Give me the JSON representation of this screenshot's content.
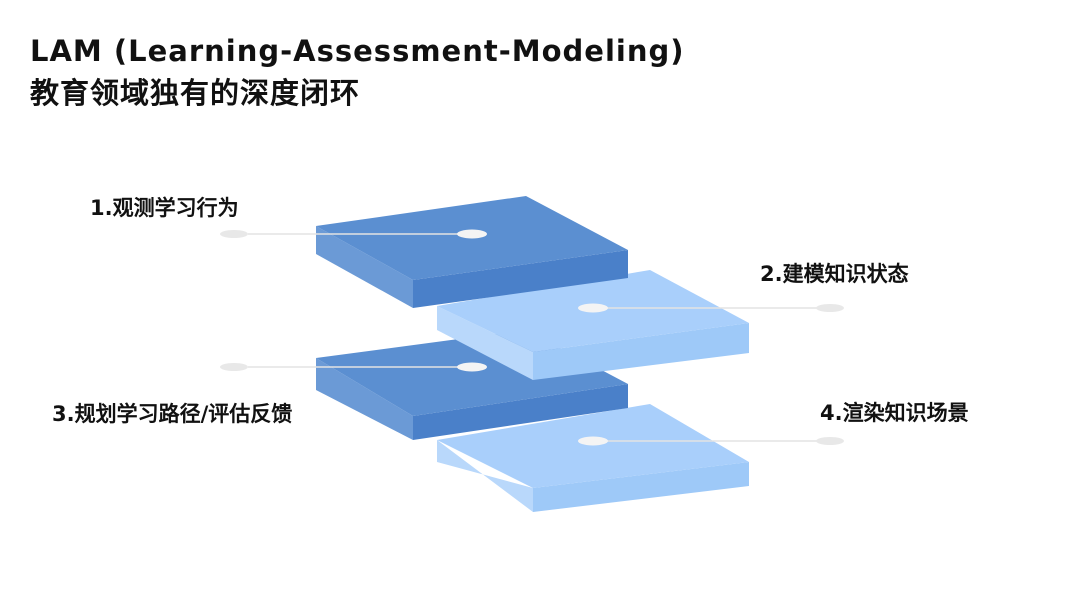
{
  "title": {
    "line1": "LAM (Learning-Assessment-Modeling)",
    "line2": "教育领域独有的深度闭环"
  },
  "steps": [
    {
      "label": "1.观测学习行为"
    },
    {
      "label": "2.建模知识状态"
    },
    {
      "label": "3.规划学习路径/评估反馈"
    },
    {
      "label": "4.渲染知识场景"
    }
  ],
  "colors": {
    "dark_top": "#5b8fd1",
    "dark_front": "#4a80c9",
    "dark_side": "#6c9ad6",
    "light_top": "#a9cffb",
    "light_front": "#8fc1f6",
    "light_side": "#b7d7fb",
    "dot": "#e8e8e8",
    "connector": "#e3e3e3"
  }
}
